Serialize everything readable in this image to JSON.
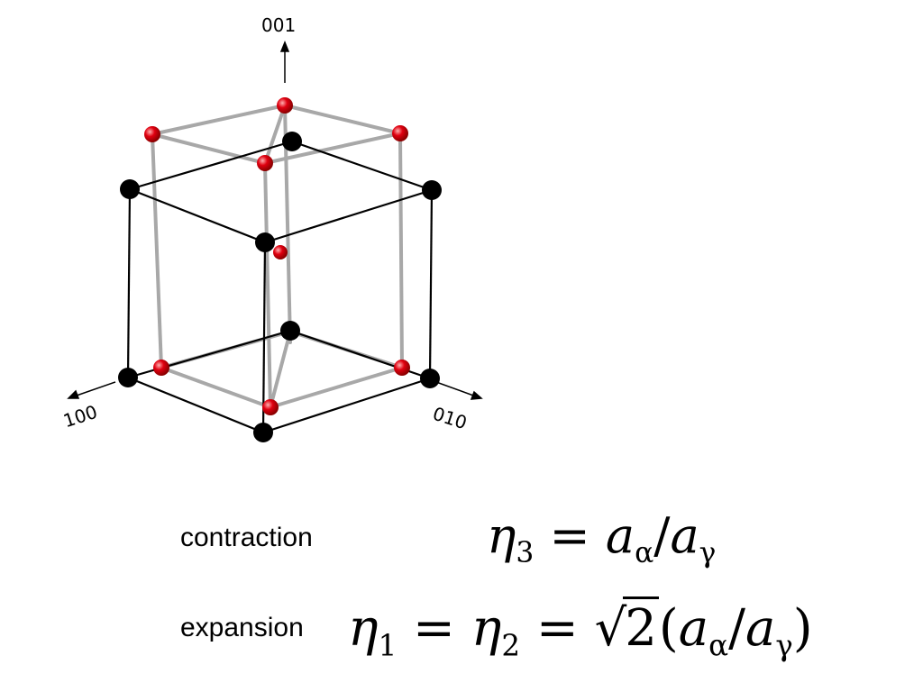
{
  "axes": {
    "z": "001",
    "x": "100",
    "y": "010"
  },
  "labels": {
    "contraction": "contraction",
    "expansion": "expansion"
  },
  "equations": {
    "contraction": {
      "lhs": "η",
      "lhs_sub": "3",
      "eq": "=",
      "num": "a",
      "num_sub": "α",
      "slash": "/",
      "den": "a",
      "den_sub": "γ"
    },
    "expansion": {
      "e1": "η",
      "e1_sub": "1",
      "eq1": "=",
      "e2": "η",
      "e2_sub": "2",
      "eq2": "=",
      "radical": "√",
      "root": "2",
      "open": "(",
      "num": "a",
      "num_sub": "α",
      "slash": "/",
      "den": "a",
      "den_sub": "γ",
      "close": ")"
    }
  },
  "colors": {
    "black_atom": "#000000",
    "red_atom": "#e00000",
    "frame_black": "#000000",
    "frame_gray": "#aaaaaa"
  }
}
